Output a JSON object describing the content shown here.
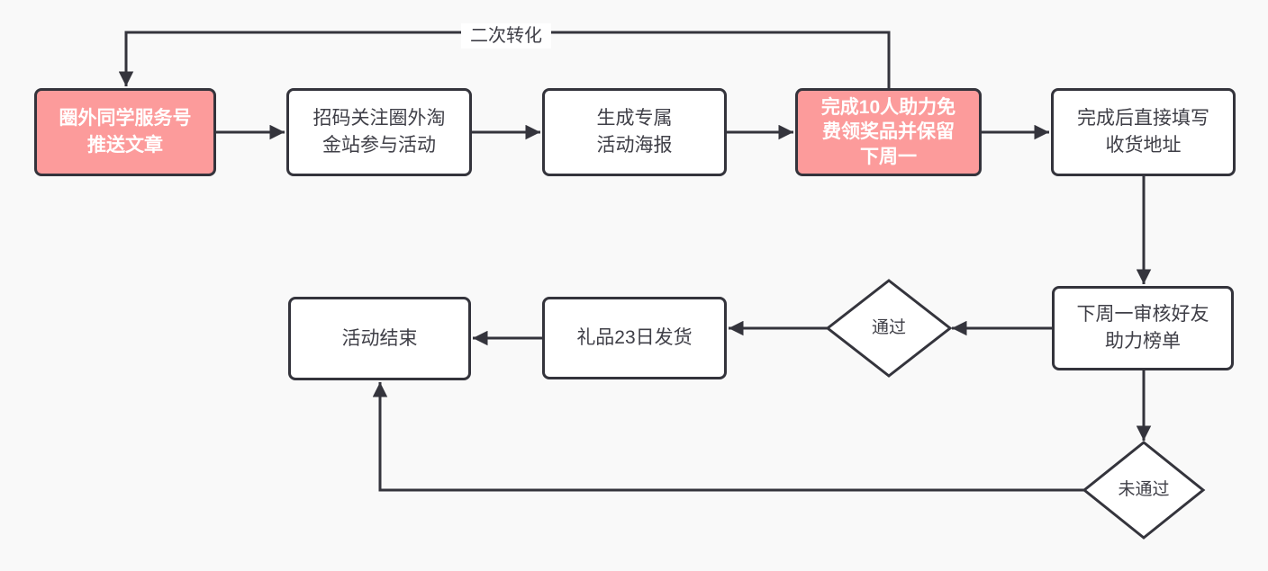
{
  "diagram": {
    "feedback_label": "二次转化",
    "nodes": {
      "push_article": "圈外同学服务号\n推送文章",
      "scan_follow": "招码关注圈外淘\n金站参与活动",
      "generate_poster": "生成专属\n活动海报",
      "complete_assist": "完成10人助力免\n费领奖品并保留\n下周一",
      "fill_address": "完成后直接填写\n收货地址",
      "review_list": "下周一审核好友\n助力榜单",
      "ship_gift": "礼品23日发货",
      "activity_end": "活动结束",
      "decision_pass": "通过",
      "decision_fail": "未通过"
    },
    "colors": {
      "background": "#f9f9f9",
      "line": "#34343c",
      "highlight_fill": "#fc9b9b",
      "node_fill": "#ffffff",
      "text_dark": "#3f3f47",
      "text_light": "#ffffff"
    }
  }
}
